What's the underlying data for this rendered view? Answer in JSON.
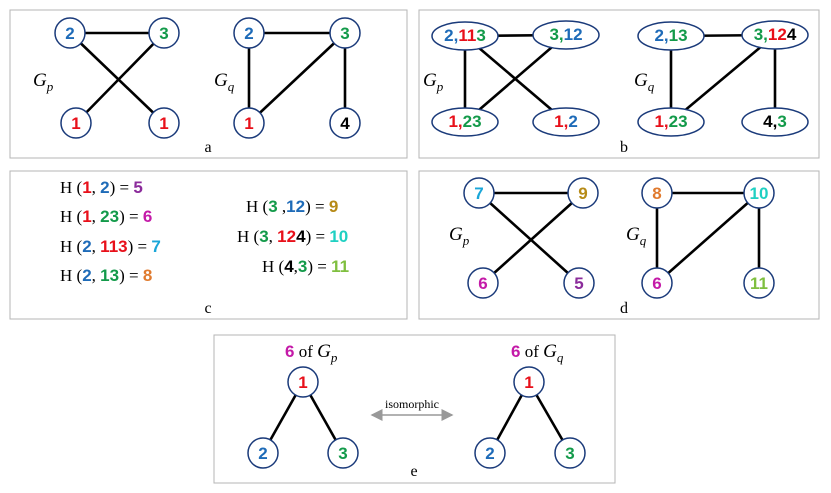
{
  "colors": {
    "red": "#e8101a",
    "blue": "#1e6bb8",
    "green": "#139a4a",
    "black": "#000000",
    "purple": "#8b2b9b",
    "magenta": "#c41aa8",
    "cyan": "#1aa6d8",
    "orange": "#e07a2e",
    "olive": "#b68a16",
    "aqua": "#1fd0c2",
    "lime": "#7fbf3f",
    "gray": "#999999"
  },
  "graph_labels": {
    "p": "G",
    "p_sub": "p",
    "q": "G",
    "q_sub": "q"
  },
  "panel_a": {
    "letter": "a",
    "gp_nodes": [
      {
        "label": "2",
        "color": "blue"
      },
      {
        "label": "3",
        "color": "green"
      },
      {
        "label": "1",
        "color": "red"
      },
      {
        "label": "1",
        "color": "red"
      }
    ],
    "gq_nodes": [
      {
        "label": "2",
        "color": "blue"
      },
      {
        "label": "3",
        "color": "green"
      },
      {
        "label": "1",
        "color": "red"
      },
      {
        "label": "4",
        "color": "black"
      }
    ]
  },
  "panel_b": {
    "letter": "b",
    "gp_nodes": [
      [
        [
          "2,",
          "blue"
        ],
        [
          "11",
          "red"
        ],
        [
          "3",
          "green"
        ]
      ],
      [
        [
          "3,",
          "green"
        ],
        [
          "12",
          "blue"
        ]
      ],
      [
        [
          "1,",
          "red"
        ],
        [
          "23",
          "green"
        ]
      ],
      [
        [
          "1,",
          "red"
        ],
        [
          "2",
          "blue"
        ]
      ]
    ],
    "gq_nodes": [
      [
        [
          "2,",
          "blue"
        ],
        [
          "13",
          "green"
        ]
      ],
      [
        [
          "3,",
          "green"
        ],
        [
          "12",
          "red"
        ],
        [
          "4",
          "black"
        ]
      ],
      [
        [
          "1,",
          "red"
        ],
        [
          "23",
          "green"
        ]
      ],
      [
        [
          "4,",
          "black"
        ],
        [
          "3",
          "green"
        ]
      ]
    ]
  },
  "panel_c": {
    "letter": "c",
    "left": [
      {
        "parts": [
          [
            "H (",
            ""
          ],
          [
            "1",
            "red"
          ],
          [
            ", ",
            ""
          ],
          [
            "2",
            "blue"
          ],
          [
            ") = ",
            ""
          ]
        ],
        "value": "5",
        "value_color": "purple"
      },
      {
        "parts": [
          [
            "H (",
            ""
          ],
          [
            "1",
            "red"
          ],
          [
            ", ",
            ""
          ],
          [
            "23",
            "green"
          ],
          [
            ") = ",
            ""
          ]
        ],
        "value": "6",
        "value_color": "magenta"
      },
      {
        "parts": [
          [
            "H (",
            ""
          ],
          [
            "2",
            "blue"
          ],
          [
            ", ",
            ""
          ],
          [
            "113",
            "red"
          ],
          [
            ") = ",
            ""
          ]
        ],
        "value": "7",
        "value_color": "cyan"
      },
      {
        "parts": [
          [
            "H (",
            ""
          ],
          [
            "2",
            "blue"
          ],
          [
            ", ",
            ""
          ],
          [
            "13",
            "green"
          ],
          [
            ") = ",
            ""
          ]
        ],
        "value": "8",
        "value_color": "orange"
      }
    ],
    "right": [
      {
        "parts": [
          [
            "H (",
            ""
          ],
          [
            "3",
            "green"
          ],
          [
            " ,",
            ""
          ],
          [
            "12",
            "blue"
          ],
          [
            ") = ",
            ""
          ]
        ],
        "value": "9",
        "value_color": "olive"
      },
      {
        "parts": [
          [
            "H (",
            ""
          ],
          [
            "3",
            "green"
          ],
          [
            ", ",
            ""
          ],
          [
            "12",
            "red"
          ],
          [
            "4",
            "black"
          ],
          [
            ") = ",
            ""
          ]
        ],
        "value": "10",
        "value_color": "aqua"
      },
      {
        "parts": [
          [
            "H (",
            ""
          ],
          [
            "4",
            "black"
          ],
          [
            ",",
            ""
          ],
          [
            "3",
            "green"
          ],
          [
            ") = ",
            ""
          ]
        ],
        "value": "11",
        "value_color": "lime"
      }
    ]
  },
  "panel_d": {
    "letter": "d",
    "gp_nodes": [
      {
        "label": "7",
        "color": "cyan"
      },
      {
        "label": "9",
        "color": "olive"
      },
      {
        "label": "6",
        "color": "magenta"
      },
      {
        "label": "5",
        "color": "purple"
      }
    ],
    "gq_nodes": [
      {
        "label": "8",
        "color": "orange"
      },
      {
        "label": "10",
        "color": "aqua"
      },
      {
        "label": "6",
        "color": "magenta"
      },
      {
        "label": "11",
        "color": "lime"
      }
    ]
  },
  "panel_e": {
    "letter": "e",
    "left_head_num": "6",
    "left_head_of": " of ",
    "right_head_num": "6",
    "right_head_of": " of ",
    "arrow_label": "isomorphic",
    "tree_nodes": [
      {
        "label": "1",
        "color": "red"
      },
      {
        "label": "2",
        "color": "blue"
      },
      {
        "label": "3",
        "color": "green"
      }
    ]
  }
}
